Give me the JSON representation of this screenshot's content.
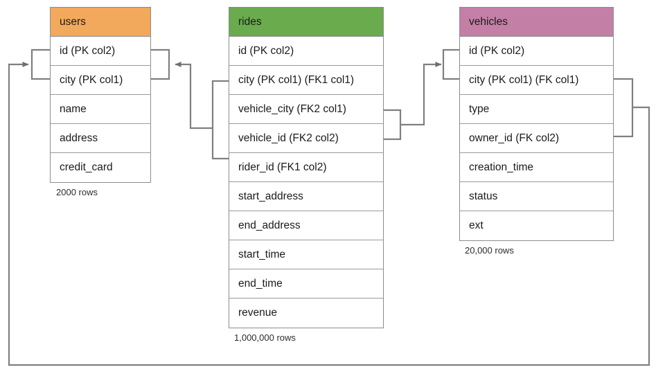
{
  "diagram": {
    "title": "ride-sharing schema er diagram",
    "background_color": "#ffffff",
    "line_color": "#7f7f7f",
    "border_color": "#8c8c8c",
    "tables": [
      {
        "name": "users",
        "header_color": "#f2a95c",
        "row_count_label": "2000 rows",
        "columns": [
          {
            "label": "id (PK col2)"
          },
          {
            "label": "city (PK col1)"
          },
          {
            "label": "name"
          },
          {
            "label": "address"
          },
          {
            "label": "credit_card"
          }
        ]
      },
      {
        "name": "rides",
        "header_color": "#69ab4d",
        "row_count_label": "1,000,000 rows",
        "columns": [
          {
            "label": "id (PK col2)"
          },
          {
            "label": "city (PK col1) (FK1 col1)"
          },
          {
            "label": "vehicle_city (FK2 col1)"
          },
          {
            "label": "vehicle_id (FK2 col2)"
          },
          {
            "label": "rider_id (FK1 col2)"
          },
          {
            "label": "start_address"
          },
          {
            "label": "end_address"
          },
          {
            "label": "start_time"
          },
          {
            "label": "end_time"
          },
          {
            "label": "revenue"
          }
        ]
      },
      {
        "name": "vehicles",
        "header_color": "#c47fa6",
        "row_count_label": "20,000 rows",
        "columns": [
          {
            "label": "id (PK col2)"
          },
          {
            "label": "city (PK col1) (FK col1)"
          },
          {
            "label": "type"
          },
          {
            "label": "owner_id (FK col2)"
          },
          {
            "label": "creation_time"
          },
          {
            "label": "status"
          },
          {
            "label": "ext"
          }
        ]
      }
    ],
    "relationships": [
      {
        "name": "rides-fk1-to-users",
        "from_table": "rides",
        "from_columns": [
          "city (PK col1) (FK1 col1)",
          "rider_id (FK1 col2)"
        ],
        "to_table": "users",
        "to_columns": [
          "id (PK col2)",
          "city (PK col1)"
        ]
      },
      {
        "name": "rides-fk2-to-vehicles",
        "from_table": "rides",
        "from_columns": [
          "vehicle_city (FK2 col1)",
          "vehicle_id (FK2 col2)"
        ],
        "to_table": "vehicles",
        "to_columns": [
          "id (PK col2)",
          "city (PK col1) (FK col1)"
        ]
      },
      {
        "name": "vehicles-fk-to-users",
        "from_table": "vehicles",
        "from_columns": [
          "city (PK col1) (FK col1)",
          "owner_id (FK col2)"
        ],
        "to_table": "users",
        "to_columns": [
          "id (PK col2)",
          "city (PK col1)"
        ]
      }
    ]
  }
}
